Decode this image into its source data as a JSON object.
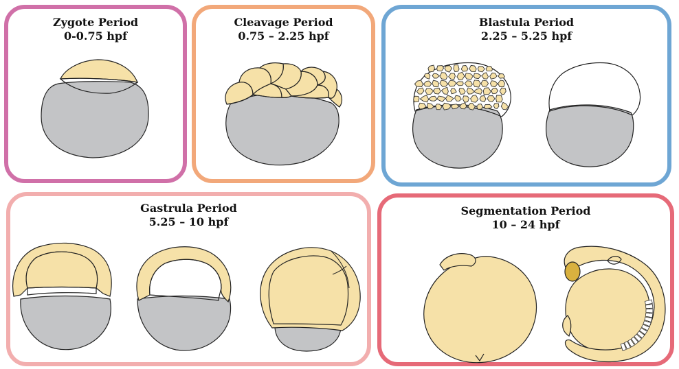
{
  "colors": {
    "zygote_border": "#d070a8",
    "cleavage_border": "#f2a87a",
    "blastula_border": "#6ea6d4",
    "gastrula_border": "#f2aeae",
    "segmentation_border": "#e66a78",
    "yolk": "#c3c4c6",
    "cell": "#f6e1a8",
    "outline": "#222222",
    "eye": "#d9b13f"
  },
  "panels": {
    "zygote": {
      "title": "Zygote Period",
      "time": "0-0.75 hpf"
    },
    "cleavage": {
      "title": "Cleavage Period",
      "time": "0.75 – 2.25 hpf"
    },
    "blastula": {
      "title": "Blastula Period",
      "time": "2.25 – 5.25 hpf"
    },
    "gastrula": {
      "title": "Gastrula Period",
      "time": "5.25 – 10 hpf"
    },
    "segmentation": {
      "title": "Segmentation Period",
      "time": "10 – 24 hpf"
    }
  }
}
